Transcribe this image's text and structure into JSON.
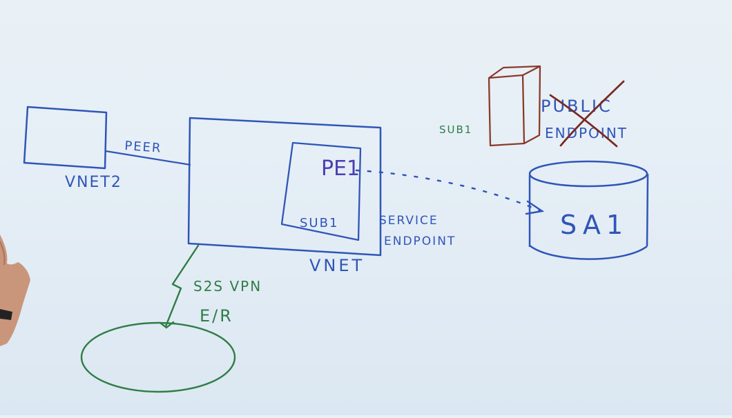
{
  "board": {
    "labels": {
      "vnet2": "VNET2",
      "peer": "PEER",
      "pe1": "PE1",
      "sub1": "SUB1",
      "vnet": "VNET",
      "service_endpoint_line1": "SERVICE",
      "service_endpoint_line2": "ENDPOINT",
      "s2s_vpn": "S2S VPN",
      "er": "E/R",
      "sub1_storage": "SUB1",
      "public_endpoint_line1": "PUBLIC",
      "public_endpoint_line2": "ENDPOINT",
      "sa1": "SA1"
    },
    "colors": {
      "blue": "#2f55b8",
      "green": "#2f7d45",
      "brown": "#8a3a2a",
      "cross": "#7a2a22",
      "purple": "#4a3fb0"
    }
  }
}
